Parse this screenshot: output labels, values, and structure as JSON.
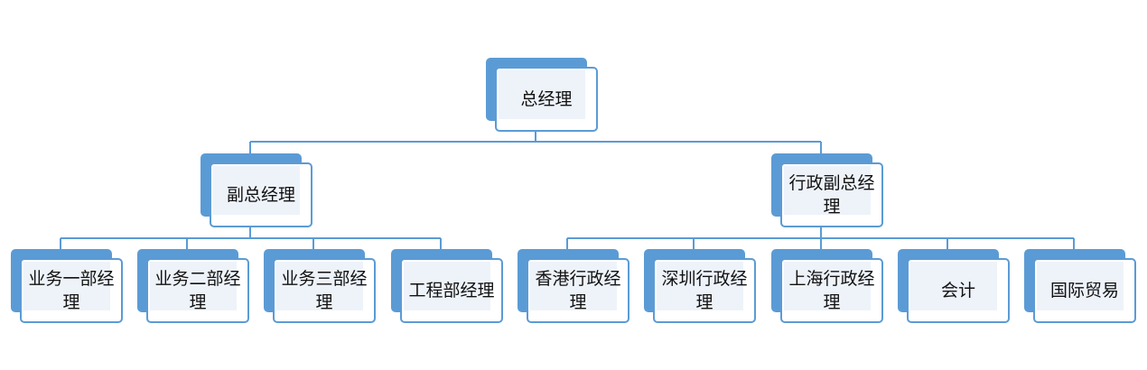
{
  "root": {
    "label": "总经理"
  },
  "level1": [
    {
      "label": "副总经理"
    },
    {
      "label": "行政副总经理"
    }
  ],
  "level2": [
    {
      "label": "业务一部经理"
    },
    {
      "label": "业务二部经理"
    },
    {
      "label": "业务三部经理"
    },
    {
      "label": "工程部经理"
    },
    {
      "label": "香港行政经理"
    },
    {
      "label": "深圳行政经理"
    },
    {
      "label": "上海行政经理"
    },
    {
      "label": "会计"
    },
    {
      "label": "国际贸易"
    }
  ],
  "colors": {
    "accent": "#5b9bd5",
    "box_fill": "#eef3fa",
    "border": "#5b9bd5"
  }
}
